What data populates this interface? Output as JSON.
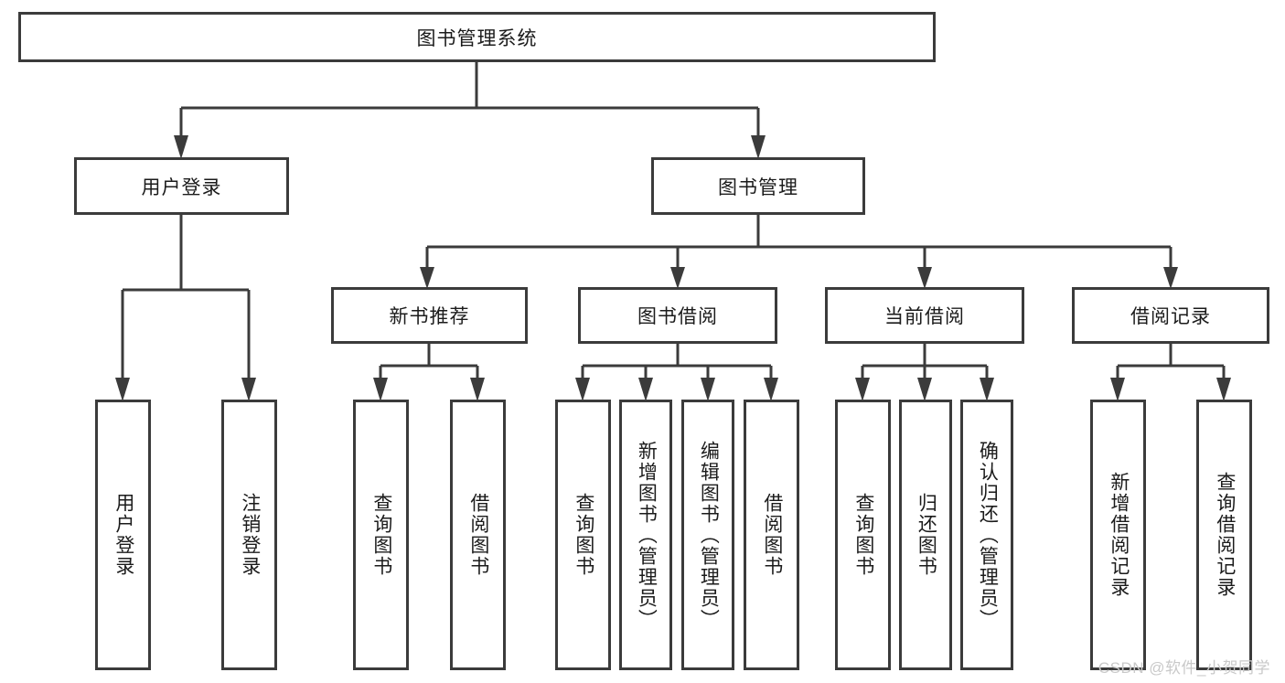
{
  "diagram": {
    "type": "tree",
    "title": "图书管理系统",
    "watermark": "CSDN @软件_小贺同学",
    "colors": {
      "box_border": "#3b3b3b",
      "box_fill": "#ffffff",
      "link": "#3b3b3b",
      "text": "#1b1b1b",
      "watermark": "#c9c9c9"
    },
    "nodes": {
      "root": {
        "label": "图书管理系统"
      },
      "tier2": [
        {
          "id": "user-login",
          "label": "用户登录"
        },
        {
          "id": "book-manage",
          "label": "图书管理"
        }
      ],
      "tier3": [
        {
          "id": "new-book-rec",
          "label": "新书推荐"
        },
        {
          "id": "book-borrow",
          "label": "图书借阅"
        },
        {
          "id": "current-borrow",
          "label": "当前借阅"
        },
        {
          "id": "borrow-record",
          "label": "借阅记录"
        }
      ],
      "leaves": [
        {
          "id": "leaf-user-login",
          "label": "用户登录",
          "parent": "user-login"
        },
        {
          "id": "leaf-logout",
          "label": "注销登录",
          "parent": "user-login"
        },
        {
          "id": "leaf-query-book-1",
          "label": "查询图书",
          "parent": "new-book-rec"
        },
        {
          "id": "leaf-borrow-book-1",
          "label": "借阅图书",
          "parent": "new-book-rec"
        },
        {
          "id": "leaf-query-book-2",
          "label": "查询图书",
          "parent": "book-borrow"
        },
        {
          "id": "leaf-add-book",
          "label": "新增图书（管理员）",
          "parent": "book-borrow"
        },
        {
          "id": "leaf-edit-book",
          "label": "编辑图书（管理员）",
          "parent": "book-borrow"
        },
        {
          "id": "leaf-borrow-book-2",
          "label": "借阅图书",
          "parent": "book-borrow"
        },
        {
          "id": "leaf-query-book-3",
          "label": "查询图书",
          "parent": "current-borrow"
        },
        {
          "id": "leaf-return-book",
          "label": "归还图书",
          "parent": "current-borrow"
        },
        {
          "id": "leaf-confirm-return",
          "label": "确认归还（管理员）",
          "parent": "current-borrow"
        },
        {
          "id": "leaf-add-record",
          "label": "新增借阅记录",
          "parent": "borrow-record"
        },
        {
          "id": "leaf-query-record",
          "label": "查询借阅记录",
          "parent": "borrow-record"
        }
      ]
    }
  }
}
